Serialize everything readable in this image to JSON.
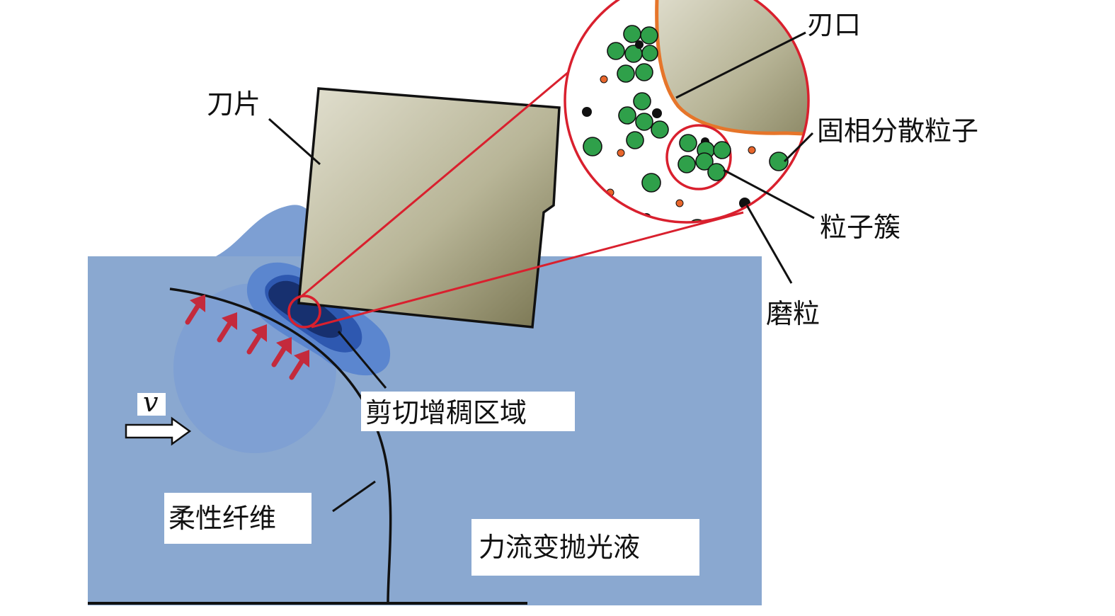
{
  "labels": {
    "blade": "刀片",
    "edge": "刃口",
    "solid_particles": "固相分散粒子",
    "particle_cluster": "粒子簇",
    "abrasive": "磨粒",
    "shear_thickening_zone": "剪切增稠区域",
    "flexible_fiber": "柔性纤维",
    "fluid": "力流变抛光液",
    "velocity": "v"
  },
  "colors": {
    "fluid": "#8aa8d0",
    "bulge": "#7d9fd3",
    "shear_zone_light": "#5b86cf",
    "shear_zone_mid": "#2e58b0",
    "shear_zone_dark": "#17306f",
    "blade_light": "#dedccb",
    "blade_dark": "#7a7654",
    "zoom_circle": "#d9202e",
    "edge_outline": "#e6752a",
    "solid_particle": "#2fa04a",
    "abrasive_particle": "#111111",
    "small_particle": "#e8662c",
    "force_arrow": "#c42a3c"
  }
}
